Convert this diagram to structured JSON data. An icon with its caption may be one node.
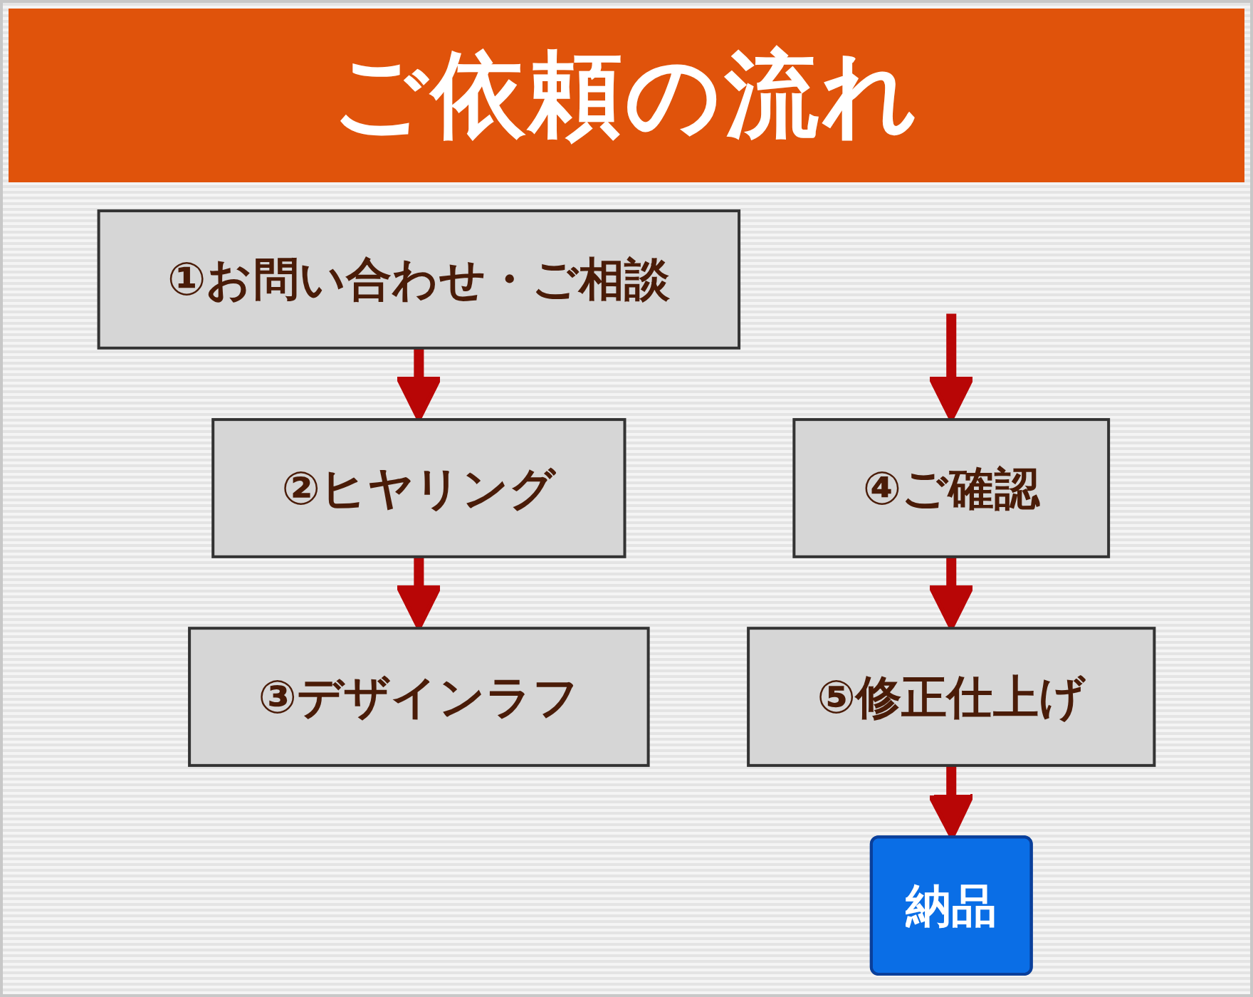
{
  "diagram": {
    "title": "ご依頼の流れ",
    "nodes": [
      {
        "text": [
          "①お問い合わせ・ご相談"
        ]
      },
      {
        "text": [
          "②ヒヤリング"
        ]
      },
      {
        "text": [
          "③デザインラフ"
        ]
      },
      {
        "text": [
          "④ご確認"
        ]
      },
      {
        "text": [
          "⑤修正仕上げ"
        ]
      },
      {
        "text": [
          "納品"
        ]
      }
    ],
    "edges": [
      {
        "from": 0,
        "to": 1,
        "arrow": "to"
      },
      {
        "from": 1,
        "to": 2,
        "arrow": "to"
      },
      {
        "from": null,
        "to": 3,
        "arrow": "to"
      },
      {
        "from": 3,
        "to": 4,
        "arrow": "to"
      },
      {
        "from": 4,
        "to": 5,
        "arrow": "to"
      }
    ]
  }
}
